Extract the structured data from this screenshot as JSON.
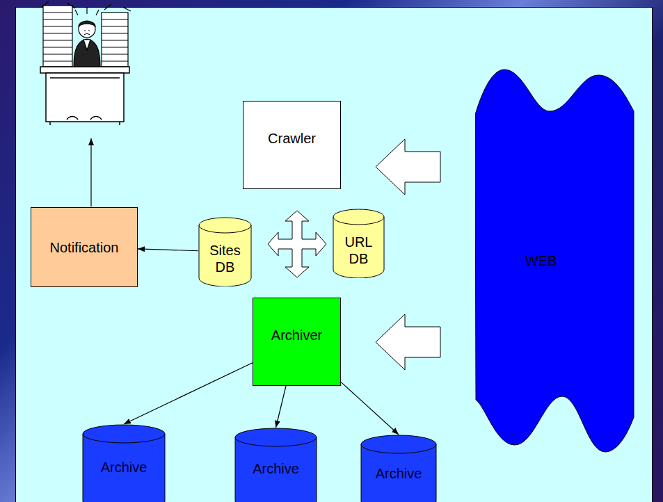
{
  "diagram": {
    "nodes": [
      {
        "text": [
          "Crawler"
        ]
      },
      {
        "text": [
          "Notification"
        ]
      },
      {
        "text": [
          "Sites DB"
        ]
      },
      {
        "text": [
          "URL DB"
        ]
      },
      {
        "text": [
          "WEB"
        ]
      },
      {
        "text": [
          "Archiver"
        ]
      },
      {
        "text": [
          "Archive"
        ]
      },
      {
        "text": [
          "Archive"
        ]
      },
      {
        "text": [
          "Archive"
        ]
      }
    ],
    "edges": [
      {
        "from": 2,
        "to": 1,
        "arrow": "to"
      },
      {
        "from": 4,
        "to": 0,
        "arrow": "to"
      },
      {
        "from": 4,
        "to": 5,
        "arrow": "to"
      },
      {
        "from": 5,
        "to": 6,
        "arrow": "to"
      },
      {
        "from": 5,
        "to": 7,
        "arrow": "to"
      },
      {
        "from": 5,
        "to": 8,
        "arrow": "to"
      }
    ]
  }
}
